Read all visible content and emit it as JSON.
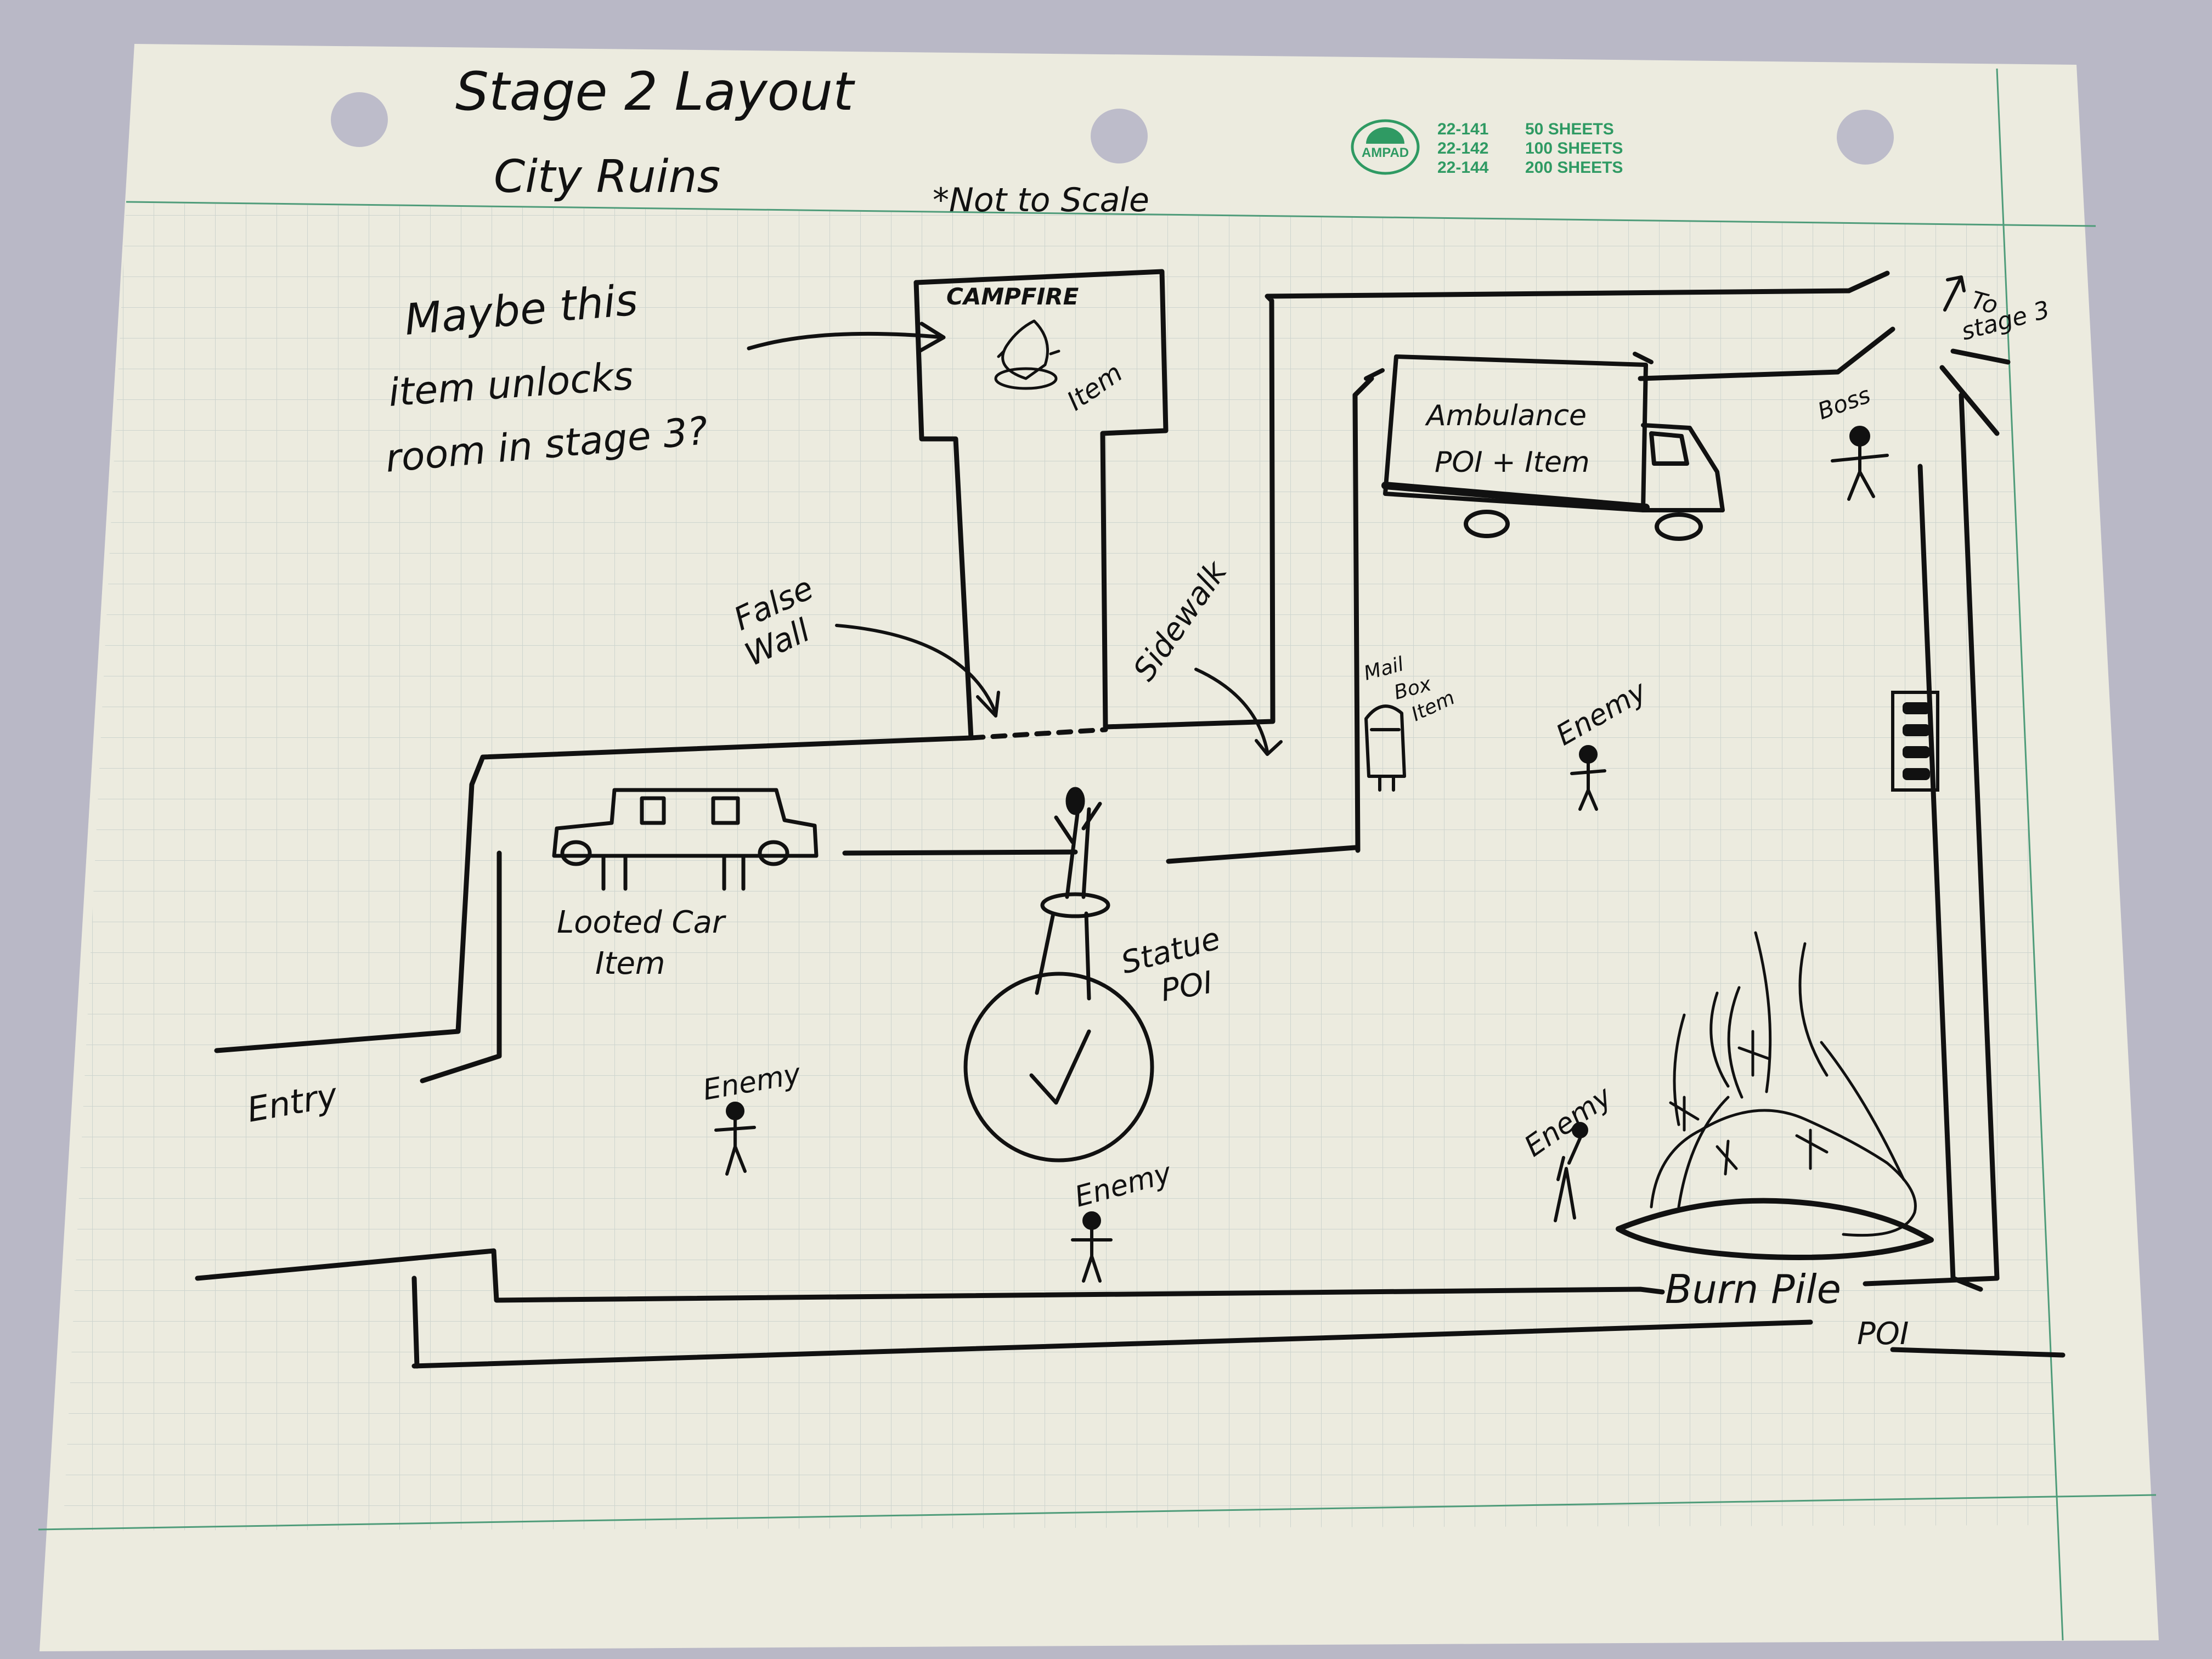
{
  "title": "Stage 2 Layout",
  "subtitle": "City Ruins",
  "scale_note": "*Not to Scale",
  "ampad": {
    "logo": "AMPAD",
    "rows": [
      {
        "code": "22-141",
        "sheets": "50 SHEETS"
      },
      {
        "code": "22-142",
        "sheets": "100 SHEETS"
      },
      {
        "code": "22-144",
        "sheets": "200 SHEETS"
      }
    ]
  },
  "notes": {
    "maybe_line1": "Maybe this",
    "maybe_line2": "item unlocks",
    "maybe_line3": "room in stage 3?",
    "false_wall_1": "False",
    "false_wall_2": "Wall",
    "sidewalk": "Sidewalk",
    "to_stage_1": "To",
    "to_stage_2": "stage 3"
  },
  "labels": {
    "campfire": "CAMPFIRE",
    "campfire_item": "Item",
    "ambulance_1": "Ambulance",
    "ambulance_2": "POI + Item",
    "boss": "Boss",
    "mailbox_1": "Mail",
    "mailbox_2": "Box",
    "mailbox_3": "Item",
    "enemy": "Enemy",
    "looted_car_1": "Looted Car",
    "looted_car_2": "Item",
    "statue_1": "Statue",
    "statue_2": "POI",
    "entry": "Entry",
    "burn_pile_1": "Burn Pile",
    "burn_pile_2": "POI"
  },
  "colors": {
    "paper": "#ecebdf",
    "grid": "#cfd6d0",
    "margin_line": "#4f9c7a",
    "ink": "#111111",
    "ampad_green": "#2f9a63"
  }
}
